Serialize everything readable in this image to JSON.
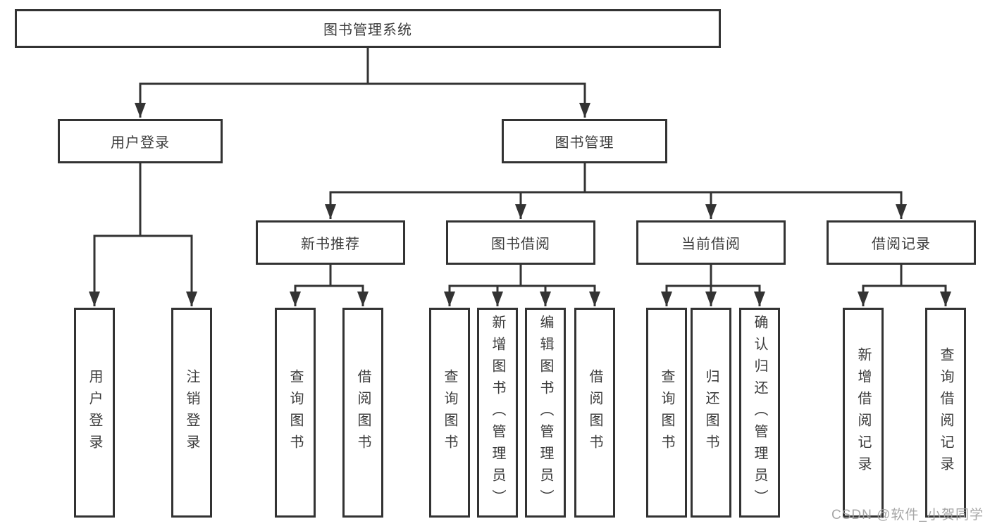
{
  "tree": {
    "root": "图书管理系统",
    "level1": [
      "用户登录",
      "图书管理"
    ],
    "level2": [
      "新书推荐",
      "图书借阅",
      "当前借阅",
      "借阅记录"
    ],
    "leaves_login": [
      "用户登录",
      "注销登录"
    ],
    "leaves_new_books": [
      "查询图书",
      "借阅图书"
    ],
    "leaves_borrow": [
      "查询图书",
      "新增图书（管理员）",
      "编辑图书（管理员）",
      "借阅图书"
    ],
    "leaves_current": [
      "查询图书",
      "归还图书",
      "确认归还（管理员）"
    ],
    "leaves_records": [
      "新增借阅记录",
      "查询借阅记录"
    ]
  },
  "watermark": "CSDN @软件_小贺同学",
  "colors": {
    "line": "#333333",
    "text": "#3b3b3b",
    "background": "#ffffff",
    "watermark": "#9e9e9e"
  }
}
